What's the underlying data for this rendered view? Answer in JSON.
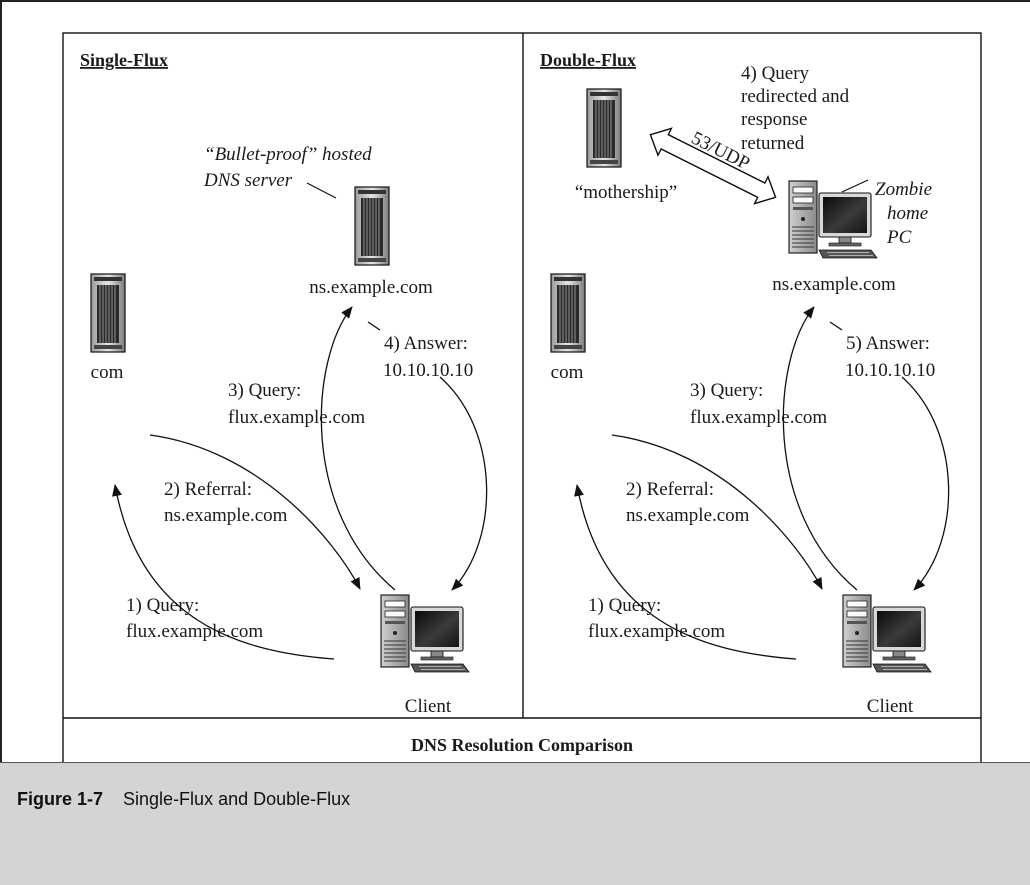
{
  "figure": {
    "number": "Figure 1-7",
    "title": "Single-Flux and Double-Flux",
    "panel_caption": "DNS Resolution Comparison"
  },
  "single_flux": {
    "title": "Single-Flux",
    "dns_server_note": [
      "“Bullet-proof” hosted",
      "DNS server"
    ],
    "ns_label": "ns.example.com",
    "com_label": "com",
    "client_label": "Client",
    "step1": [
      "1) Query:",
      "flux.example.com"
    ],
    "step2": [
      "2) Referral:",
      "ns.example.com"
    ],
    "step3": [
      "3) Query:",
      "flux.example.com"
    ],
    "step4": [
      "4) Answer:",
      "10.10.10.10"
    ]
  },
  "double_flux": {
    "title": "Double-Flux",
    "mothership_label": "“mothership”",
    "port_label": "53/UDP",
    "step4": [
      "4) Query",
      "redirected and",
      "response",
      "returned"
    ],
    "zombie_note": [
      "Zombie",
      "home",
      "PC"
    ],
    "ns_label": "ns.example.com",
    "com_label": "com",
    "client_label": "Client",
    "step1": [
      "1) Query:",
      "flux.example.com"
    ],
    "step2": [
      "2) Referral:",
      "ns.example.com"
    ],
    "step3": [
      "3) Query:",
      "flux.example.com"
    ],
    "step5": [
      "5) Answer:",
      "10.10.10.10"
    ]
  },
  "icons": [
    "server-tower-icon",
    "desktop-pc-icon",
    "double-arrow-icon"
  ]
}
